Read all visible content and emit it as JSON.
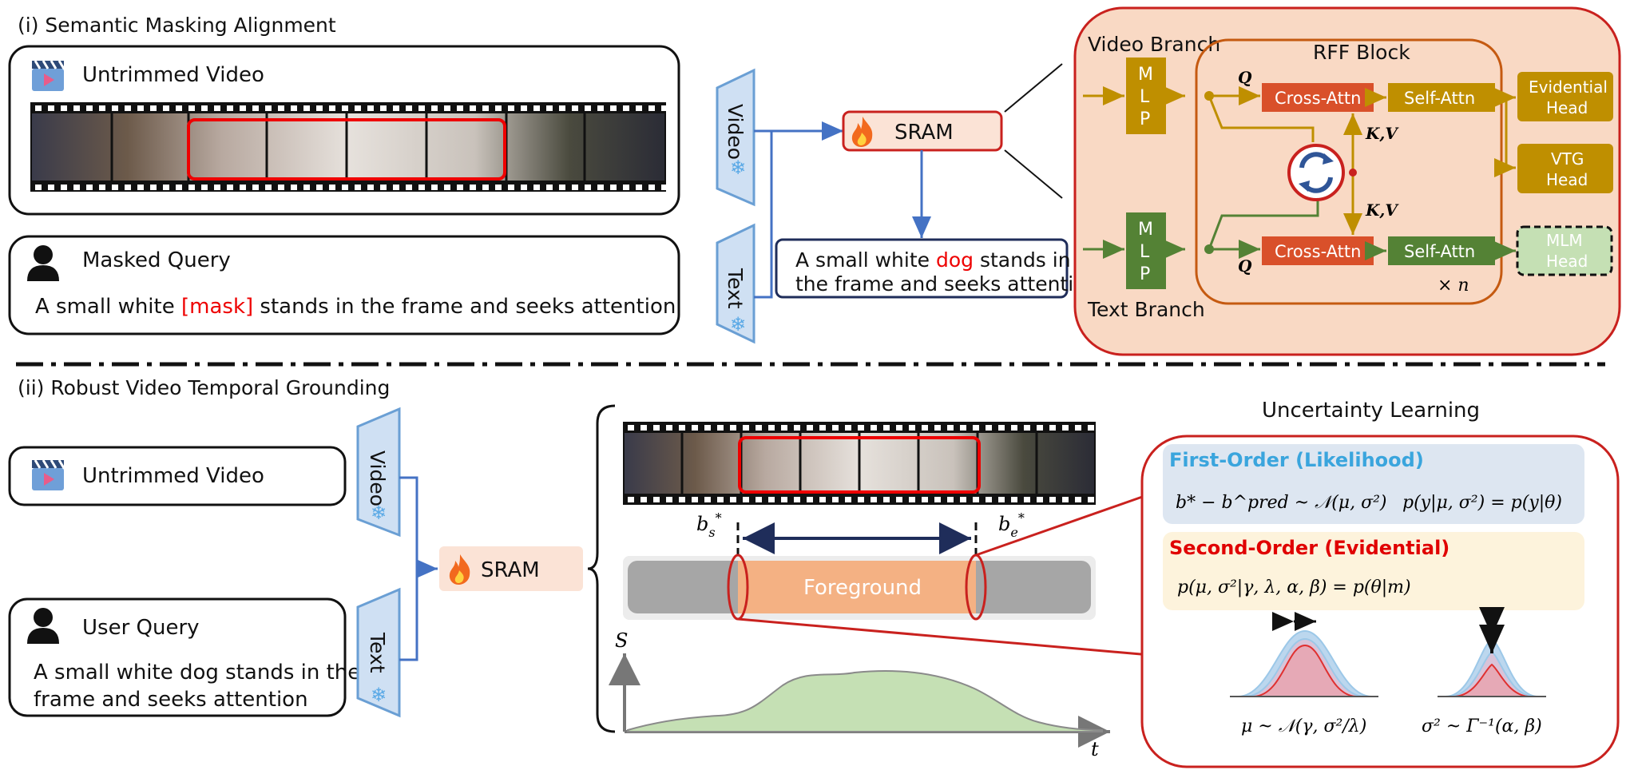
{
  "section1": {
    "title": "(i) Semantic Masking Alignment"
  },
  "section2": {
    "title": "(ii) Robust Video Temporal Grounding"
  },
  "top": {
    "video_label": "Untrimmed Video",
    "query_label": "Masked Query",
    "query_prefix": "A small white ",
    "query_mask": "[mask]",
    "query_suffix": " stands in the frame and seeks attention",
    "video_encoder": "Video",
    "text_encoder": "Text",
    "sram": "SRAM",
    "out_line1_prefix": "A small white ",
    "out_line1_word": "dog",
    "out_line1_suffix": " stands in",
    "out_line2": "the frame and seeks attention"
  },
  "rff": {
    "video_branch": "Video Branch",
    "text_branch": "Text Branch",
    "block": "RFF Block",
    "mlp_m": "M",
    "mlp_l": "L",
    "mlp_p": "P",
    "q": "Q",
    "kv": "K,V",
    "cross_attn": "Cross-Attn",
    "self_attn": "Self-Attn",
    "repeat": "× n",
    "evidential_1": "Evidential",
    "evidential_2": "Head",
    "vtg_1": "VTG",
    "vtg_2": "Head",
    "mlm_1": "MLM",
    "mlm_2": "Head"
  },
  "bottom": {
    "video_label": "Untrimmed Video",
    "query_label": "User Query",
    "query_line1": "A small white dog stands in the",
    "query_line2": "frame and seeks attention",
    "video_encoder": "Video",
    "text_encoder": "Text",
    "sram": "SRAM",
    "bs": "b",
    "be": "b",
    "foreground": "Foreground",
    "s_axis": "S",
    "t_axis": "t"
  },
  "uncertainty": {
    "title": "Uncertainty Learning",
    "first_order": "First-Order (Likelihood)",
    "first_eq_left": "b* − b^pred ~ 𝒩(μ, σ²)",
    "first_eq_right": "p(y|μ, σ²) = p(y|θ)",
    "second_order": "Second-Order (Evidential)",
    "second_eq": "p(μ, σ²|γ, λ, α, β) = p(θ|m)",
    "mu_dist": "μ ~ 𝒩(γ, σ²/λ)",
    "sigma_dist": "σ² ~ Γ⁻¹(α, β)"
  },
  "colors": {
    "red": "#c9211e",
    "blue": "#4472c4",
    "gold": "#bf8f00",
    "green": "#548235",
    "orange_box": "#d9502a",
    "rff_bg": "#f9d9c4",
    "fg": "#f4b183",
    "first_bg": "#dde6f1",
    "second_bg": "#fdf3dc",
    "first_text": "#3aa5dd"
  }
}
